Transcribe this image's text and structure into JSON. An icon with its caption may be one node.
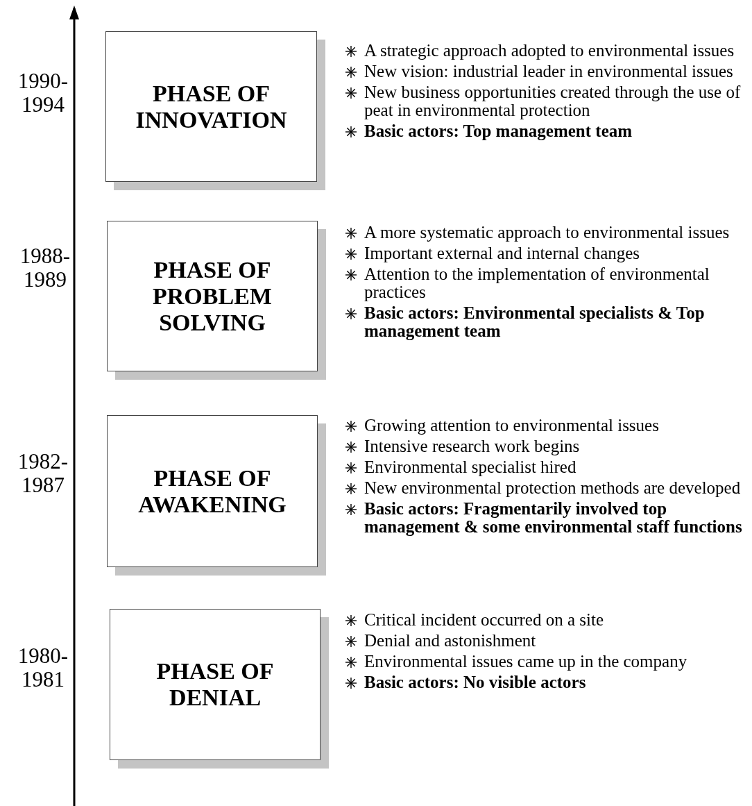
{
  "diagram": {
    "nodes": [
      {
        "text": [
          "PHASE OF INNOVATION"
        ],
        "beside": [
          "A strategic approach adopted to environmental issues",
          "New vision: industrial leader in environmental issues",
          "New business opportunities created through the use of peat in environmental protection",
          "Basic actors: Top management team"
        ]
      },
      {
        "text": [
          "PHASE OF PROBLEM SOLVING"
        ],
        "beside": [
          "A more systematic approach to environmental issues",
          "Important external and internal changes",
          "Attention to the implementation of environmental practices",
          "Basic actors: Environmental specialists & Top management team"
        ]
      },
      {
        "text": [
          "PHASE OF AWAKENING"
        ],
        "beside": [
          "Growing attention to environmental issues",
          "Intensive research work begins",
          "Environmental specialist hired",
          "New environmental protection methods are developed",
          "Basic actors: Fragmentarily involved top management & some environmental staff functions"
        ]
      },
      {
        "text": [
          "PHASE OF DENIAL"
        ],
        "beside": [
          "Critical incident occurred on a site",
          "Denial and astonishment",
          "Environmental issues came up in the company",
          "Basic actors: No visible actors"
        ]
      }
    ],
    "edges": [],
    "labels": [
      "1990-1994",
      "1988-1989",
      "1982-1987",
      "1980-1981"
    ]
  }
}
